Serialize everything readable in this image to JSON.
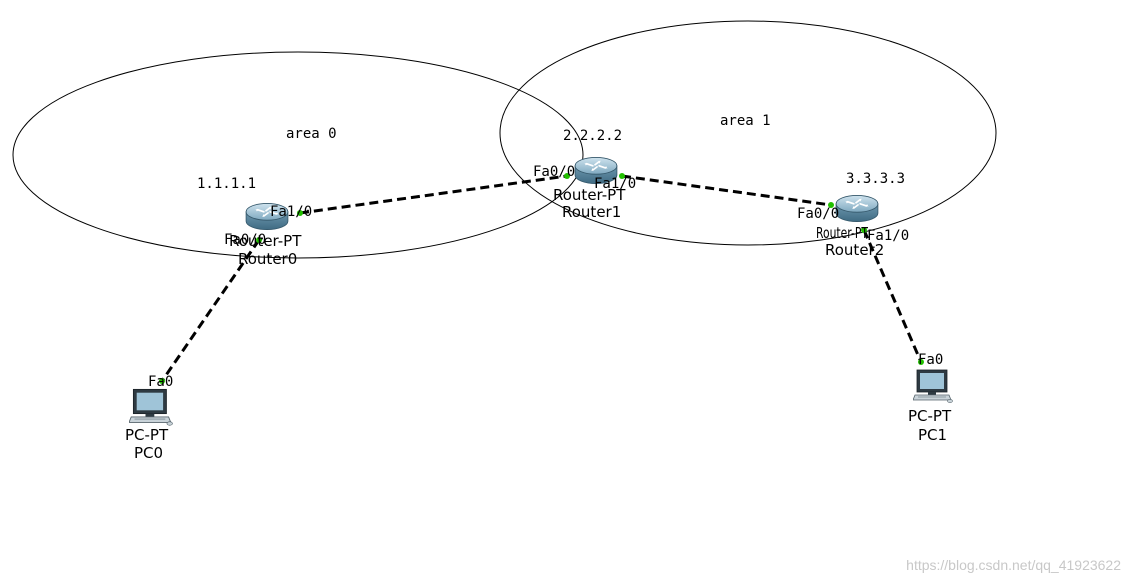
{
  "areas": [
    {
      "label": "area 0"
    },
    {
      "label": "area 1"
    }
  ],
  "routers": [
    {
      "id": "1.1.1.1",
      "model": "Router-PT",
      "name": "Router0"
    },
    {
      "id": "2.2.2.2",
      "model": "Router-PT",
      "name": "Router1"
    },
    {
      "id": "3.3.3.3",
      "model": "Router-PT",
      "name": "Router2"
    }
  ],
  "pcs": [
    {
      "model": "PC-PT",
      "name": "PC0"
    },
    {
      "model": "PC-PT",
      "name": "PC1"
    }
  ],
  "ports": {
    "r0_fa1": "Fa1/0",
    "r0_fa0": "Fa0/0",
    "r1_fa0": "Fa0/0",
    "r1_fa1": "Fa1/0",
    "r2_fa0": "Fa0/0",
    "r2_fa1": "Fa1/0",
    "pc0_fa0": "Fa0",
    "pc1_fa0": "Fa0"
  },
  "watermark": "https://blog.csdn.net/qq_41923622",
  "colors": {
    "link_dot": "#22c000",
    "router_body": "#5f8fa8",
    "pc_screen": "#9fc4d8"
  },
  "icons": {
    "router": "router-icon",
    "pc": "pc-icon"
  }
}
